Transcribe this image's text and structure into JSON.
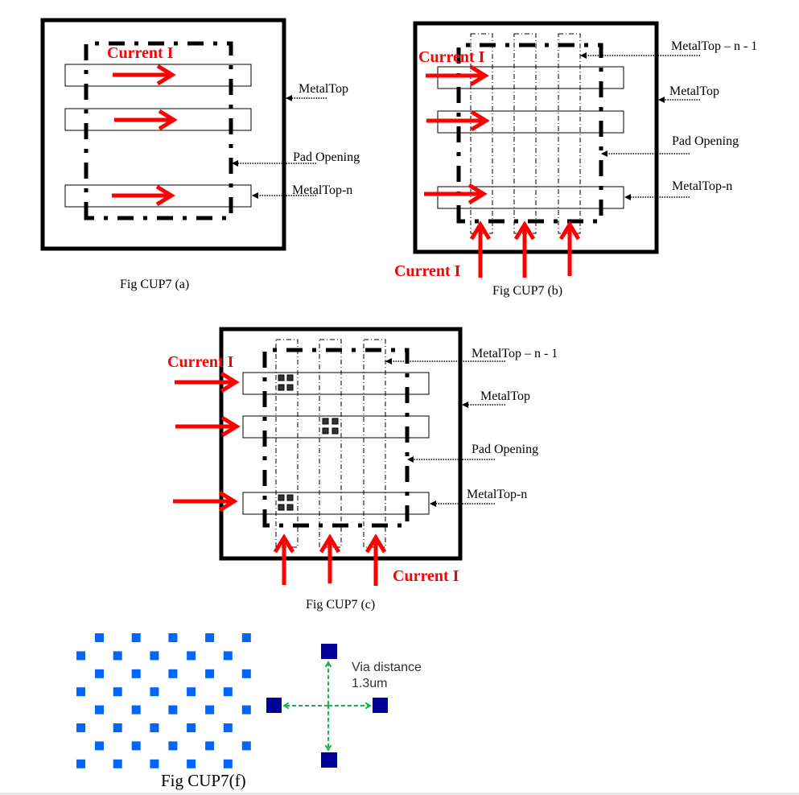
{
  "colors": {
    "current_arrow": "#ff0000",
    "outline": "#000000",
    "via_grid": "#0066ff",
    "via_pair": "#000099",
    "distance_arrow": "#22b14c",
    "contact_fill": "#333333"
  },
  "figures": [
    {
      "id": "a",
      "caption": "Fig CUP7 (a)",
      "current_label": "Current I",
      "labels": {
        "metaltop": "MetalTop",
        "pad_opening": "Pad Opening",
        "metaltop_n": "MetalTop-n"
      },
      "current_direction": "horizontal",
      "metal_bars": 3
    },
    {
      "id": "b",
      "caption": "Fig CUP7 (b)",
      "current_label_top": "Current I",
      "current_label_bottom": "Current I",
      "labels": {
        "metaltop_n_1": "MetalTop – n - 1",
        "metaltop": "MetalTop",
        "pad_opening": "Pad Opening",
        "metaltop_n": "MetalTop-n"
      },
      "current_direction": "horizontal-and-vertical",
      "metal_bars": 3,
      "vertical_straps": 3
    },
    {
      "id": "c",
      "caption": "Fig CUP7 (c)",
      "current_label_top": "Current I",
      "current_label_bottom": "Current I",
      "labels": {
        "metaltop_n_1": "MetalTop – n - 1",
        "metaltop": "MetalTop",
        "pad_opening": "Pad Opening",
        "metaltop_n": "MetalTop-n"
      },
      "current_direction": "horizontal-and-vertical",
      "metal_bars": 3,
      "vertical_straps": 3,
      "via_clusters": 3
    },
    {
      "id": "f",
      "caption": "Fig CUP7(f)",
      "via_distance_label": "Via distance",
      "via_distance_value": "1.3um",
      "via_grid_rows": 8,
      "via_grid_cols_per_row": 5
    }
  ]
}
